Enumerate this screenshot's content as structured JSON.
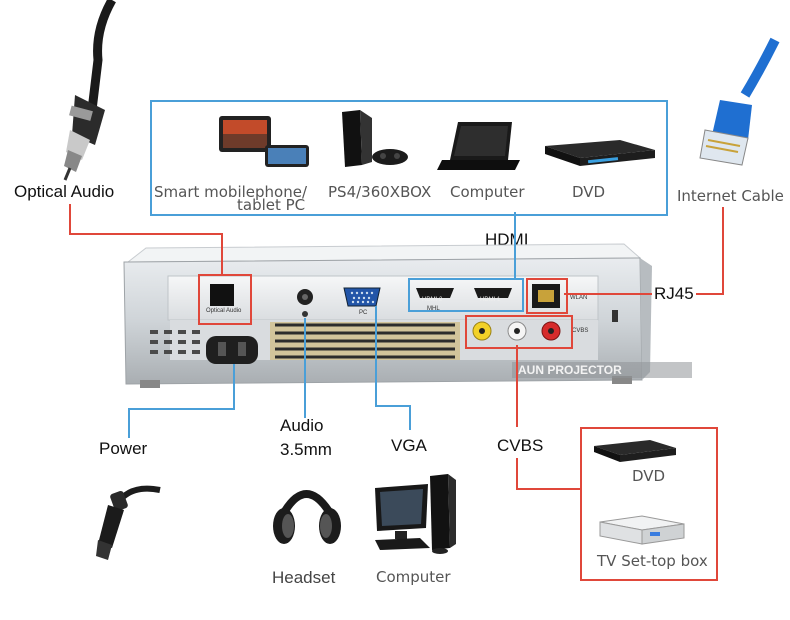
{
  "labels": {
    "optical_audio": "Optical Audio",
    "internet_cable": "Internet Cable",
    "hdmi": "HDMI",
    "rj45": "RJ45",
    "power": "Power",
    "audio_line1": "Audio",
    "audio_line2": "3.5mm",
    "vga": "VGA",
    "cvbs": "CVBS",
    "headset": "Headset",
    "computer_bottom": "Computer"
  },
  "hdmi_devices": {
    "smart_line1": "Smart mobilephone/",
    "smart_line2": "tablet PC",
    "ps4": "PS4/360XBOX",
    "computer": "Computer",
    "dvd": "DVD"
  },
  "cvbs_devices": {
    "dvd": "DVD",
    "settop": "TV Set-top box"
  },
  "panel": {
    "optical_port": "Optical Audio",
    "pc": "PC",
    "hdmi2": "HDMI 2",
    "hdmi1": "HDMI 1",
    "mhl": "MHL",
    "wlan": "WLAN",
    "cvbs": "CVBS"
  },
  "watermark": "AUN PROJECTOR",
  "colors": {
    "blue": "#4a9fd8",
    "red": "#e0473a"
  }
}
